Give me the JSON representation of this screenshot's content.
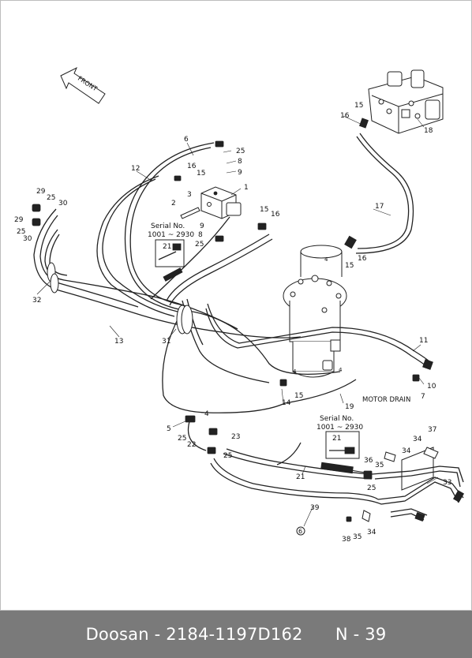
{
  "diagram": {
    "front_label": "FRONT",
    "serial_note_a": {
      "title": "Serial No.",
      "range": "1001 ~ 2930",
      "part": "21"
    },
    "serial_note_b": {
      "title": "Serial No.",
      "range": "1001 ~ 2930",
      "part": "21"
    },
    "motor_drain_label": "MOTOR DRAIN",
    "circled_callout": "6",
    "callouts": [
      {
        "id": "c6a",
        "text": "6"
      },
      {
        "id": "c25a",
        "text": "25"
      },
      {
        "id": "c8a",
        "text": "8"
      },
      {
        "id": "c9a",
        "text": "9"
      },
      {
        "id": "c12",
        "text": "12"
      },
      {
        "id": "c16a",
        "text": "16"
      },
      {
        "id": "c15a",
        "text": "15"
      },
      {
        "id": "c1",
        "text": "1"
      },
      {
        "id": "c3",
        "text": "3"
      },
      {
        "id": "c2",
        "text": "2"
      },
      {
        "id": "c15b",
        "text": "15"
      },
      {
        "id": "c16b",
        "text": "16"
      },
      {
        "id": "c29a",
        "text": "29"
      },
      {
        "id": "c25b",
        "text": "25"
      },
      {
        "id": "c30a",
        "text": "30"
      },
      {
        "id": "c29b",
        "text": "29"
      },
      {
        "id": "c25c",
        "text": "25"
      },
      {
        "id": "c30b",
        "text": "30"
      },
      {
        "id": "c32",
        "text": "32"
      },
      {
        "id": "c13",
        "text": "13"
      },
      {
        "id": "c31",
        "text": "31"
      },
      {
        "id": "c9b",
        "text": "9"
      },
      {
        "id": "c8b",
        "text": "8"
      },
      {
        "id": "c25d",
        "text": "25"
      },
      {
        "id": "c15c",
        "text": "15"
      },
      {
        "id": "c16c",
        "text": "16"
      },
      {
        "id": "c18",
        "text": "18"
      },
      {
        "id": "c17",
        "text": "17"
      },
      {
        "id": "c4a",
        "text": "4"
      },
      {
        "id": "c15d",
        "text": "15"
      },
      {
        "id": "c16d",
        "text": "16"
      },
      {
        "id": "c11",
        "text": "11"
      },
      {
        "id": "c10",
        "text": "10"
      },
      {
        "id": "c7",
        "text": "7"
      },
      {
        "id": "c4b",
        "text": "4"
      },
      {
        "id": "c4c",
        "text": "4"
      },
      {
        "id": "c15e",
        "text": "15"
      },
      {
        "id": "c14",
        "text": "14"
      },
      {
        "id": "c19",
        "text": "19"
      },
      {
        "id": "c5",
        "text": "5"
      },
      {
        "id": "c4d",
        "text": "4"
      },
      {
        "id": "c25e",
        "text": "25"
      },
      {
        "id": "c22",
        "text": "22"
      },
      {
        "id": "c23",
        "text": "23"
      },
      {
        "id": "c25f",
        "text": "25"
      },
      {
        "id": "c21",
        "text": "21"
      },
      {
        "id": "c34a",
        "text": "34"
      },
      {
        "id": "c37",
        "text": "37"
      },
      {
        "id": "c36",
        "text": "36"
      },
      {
        "id": "c35a",
        "text": "35"
      },
      {
        "id": "c34b",
        "text": "34"
      },
      {
        "id": "c33",
        "text": "33"
      },
      {
        "id": "c25g",
        "text": "25"
      },
      {
        "id": "c39",
        "text": "39"
      },
      {
        "id": "c38",
        "text": "38"
      },
      {
        "id": "c35b",
        "text": "35"
      },
      {
        "id": "c34c",
        "text": "34"
      }
    ]
  },
  "footer": {
    "brand": "Doosan",
    "separator": " - ",
    "part_number": "2184-1197D162",
    "page": "N - 39"
  }
}
